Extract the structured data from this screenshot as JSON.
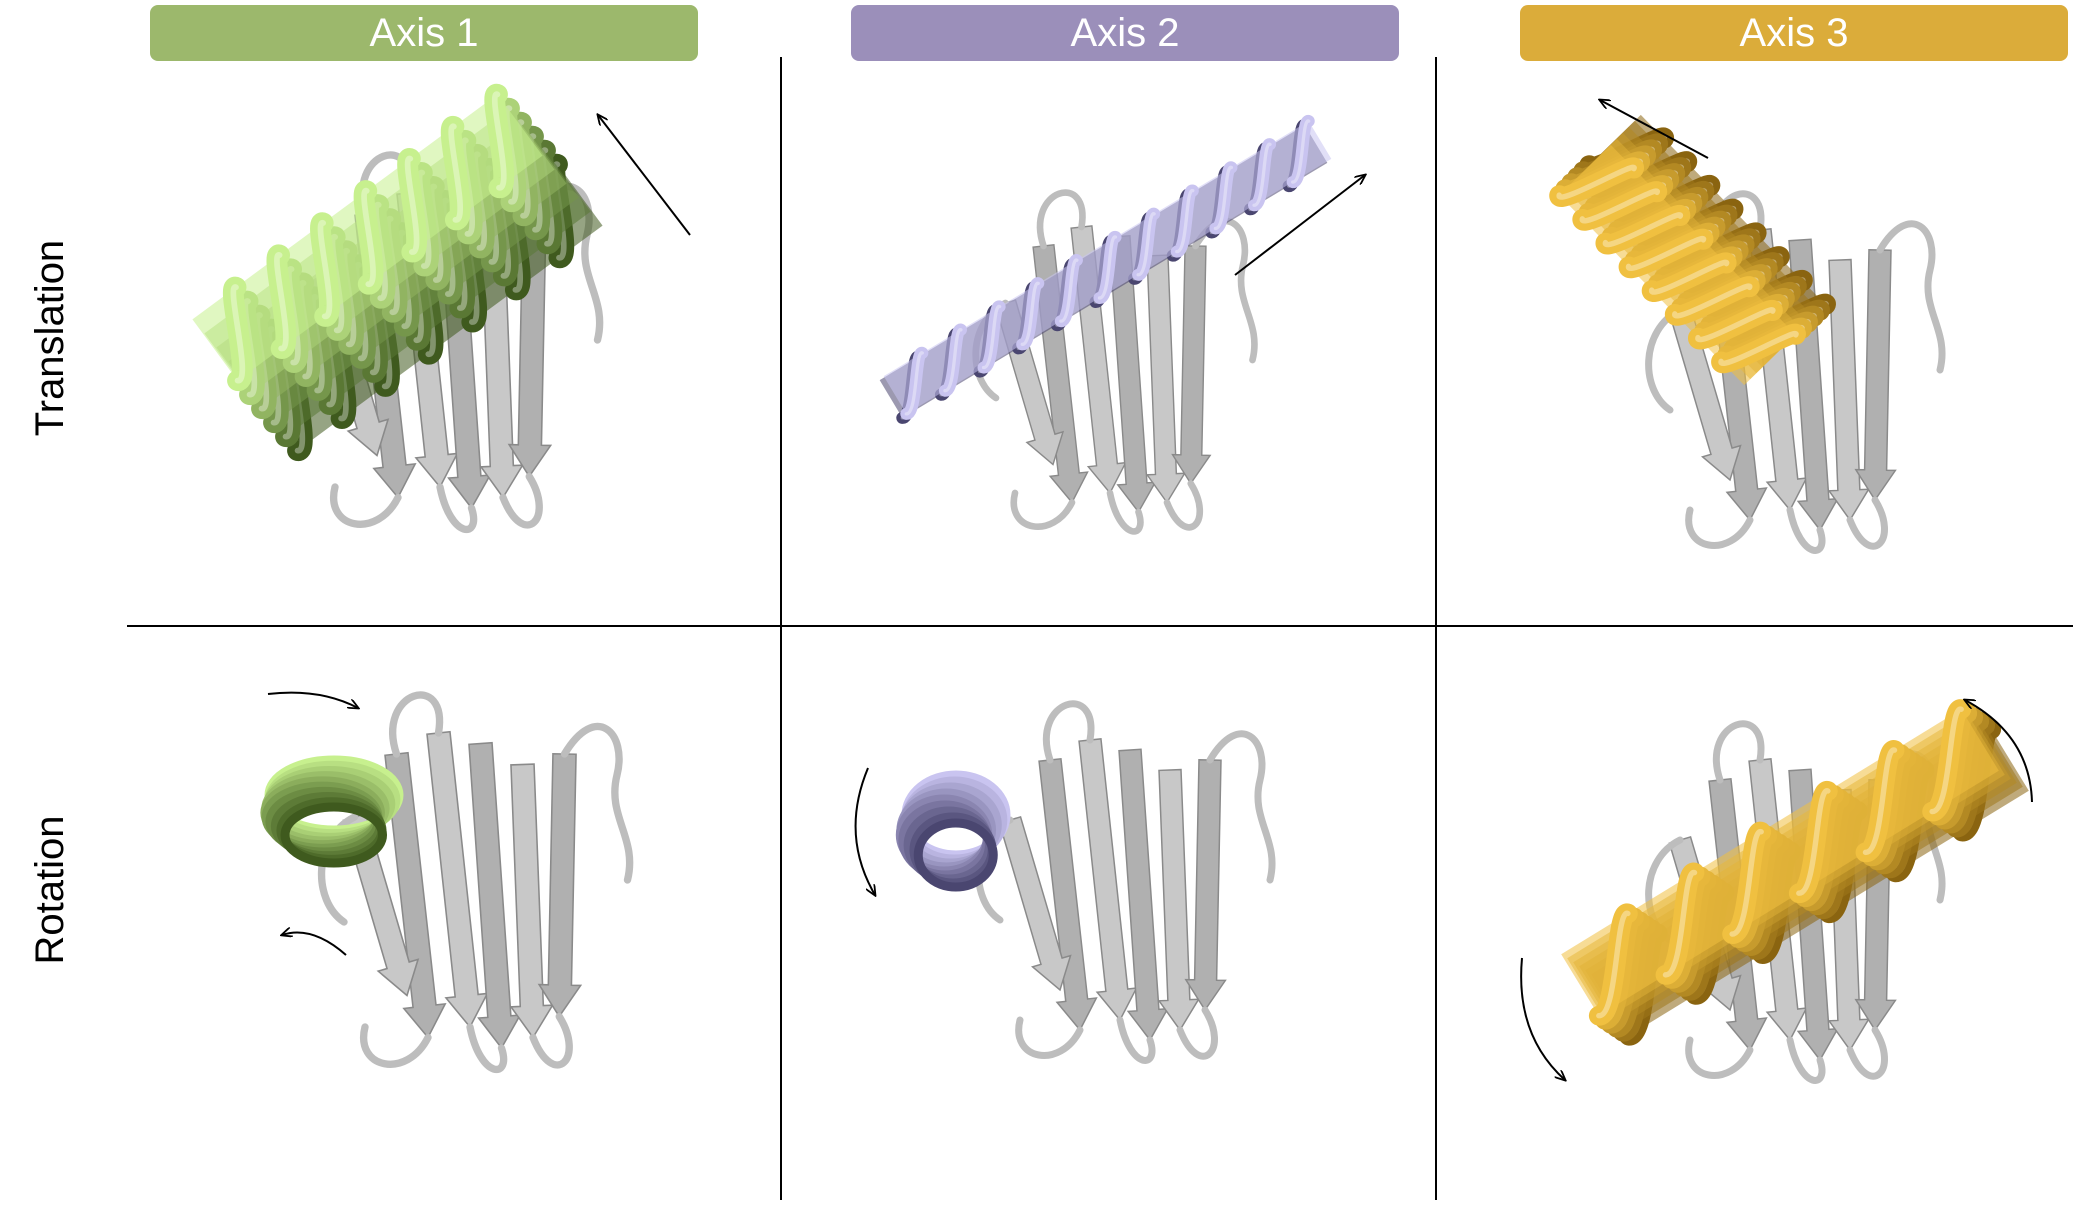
{
  "colors": {
    "axis1": "#9cb86c",
    "axis2": "#9b8fba",
    "axis3": "#dbac3a",
    "axis1_dark": "#3f5a1e",
    "axis1_light": "#c7f08e",
    "axis2_dark": "#4a4670",
    "axis2_light": "#c9c4f0",
    "axis3_dark": "#8a6410",
    "axis3_light": "#f0c040",
    "protein": "#c8c8c8",
    "protein_dark": "#8a8a8a",
    "grid": "#000000"
  },
  "columns": [
    {
      "label": "Axis 1"
    },
    {
      "label": "Axis 2"
    },
    {
      "label": "Axis 3"
    }
  ],
  "rows": [
    {
      "label": "Translation"
    },
    {
      "label": "Rotation"
    }
  ],
  "panels": [
    {
      "row": "Translation",
      "column": "Axis 1",
      "motion": "translation",
      "arrow_icon": "arrow-straight-icon"
    },
    {
      "row": "Translation",
      "column": "Axis 2",
      "motion": "translation",
      "arrow_icon": "arrow-straight-icon"
    },
    {
      "row": "Translation",
      "column": "Axis 3",
      "motion": "translation",
      "arrow_icon": "arrow-straight-icon"
    },
    {
      "row": "Rotation",
      "column": "Axis 1",
      "motion": "rotation",
      "arrow_icon": "arrow-curved-icon"
    },
    {
      "row": "Rotation",
      "column": "Axis 2",
      "motion": "rotation",
      "arrow_icon": "arrow-curved-icon"
    },
    {
      "row": "Rotation",
      "column": "Axis 3",
      "motion": "rotation",
      "arrow_icon": "arrow-curved-icon"
    }
  ]
}
